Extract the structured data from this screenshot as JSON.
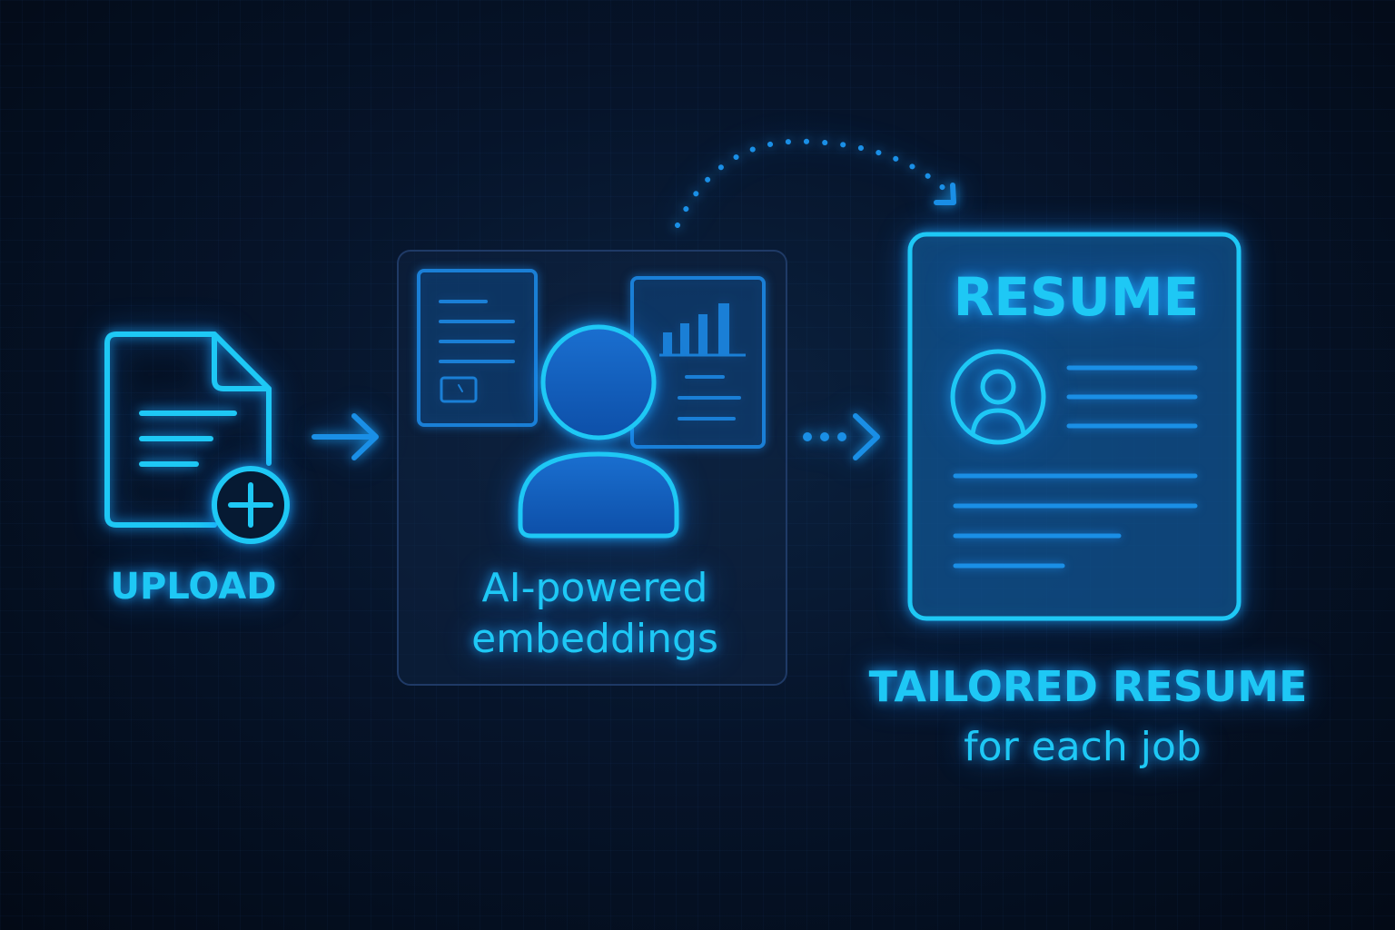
{
  "colors": {
    "accent": "#1ec8f5",
    "accent_dim": "#1a7fd6",
    "panel_border": "#1f3a66",
    "background": "#040c1a"
  },
  "steps": [
    {
      "id": "upload",
      "label": "UPLOAD",
      "icon": "upload-document-icon"
    },
    {
      "id": "embeddings",
      "label_line1": "AI-powered",
      "label_line2": "embeddings",
      "icon": "user-profile-icon"
    },
    {
      "id": "resume",
      "doc_title": "RESUME",
      "label_line1": "TAILORED RESUME",
      "label_line2": "for each job",
      "icon": "resume-document-icon"
    }
  ]
}
